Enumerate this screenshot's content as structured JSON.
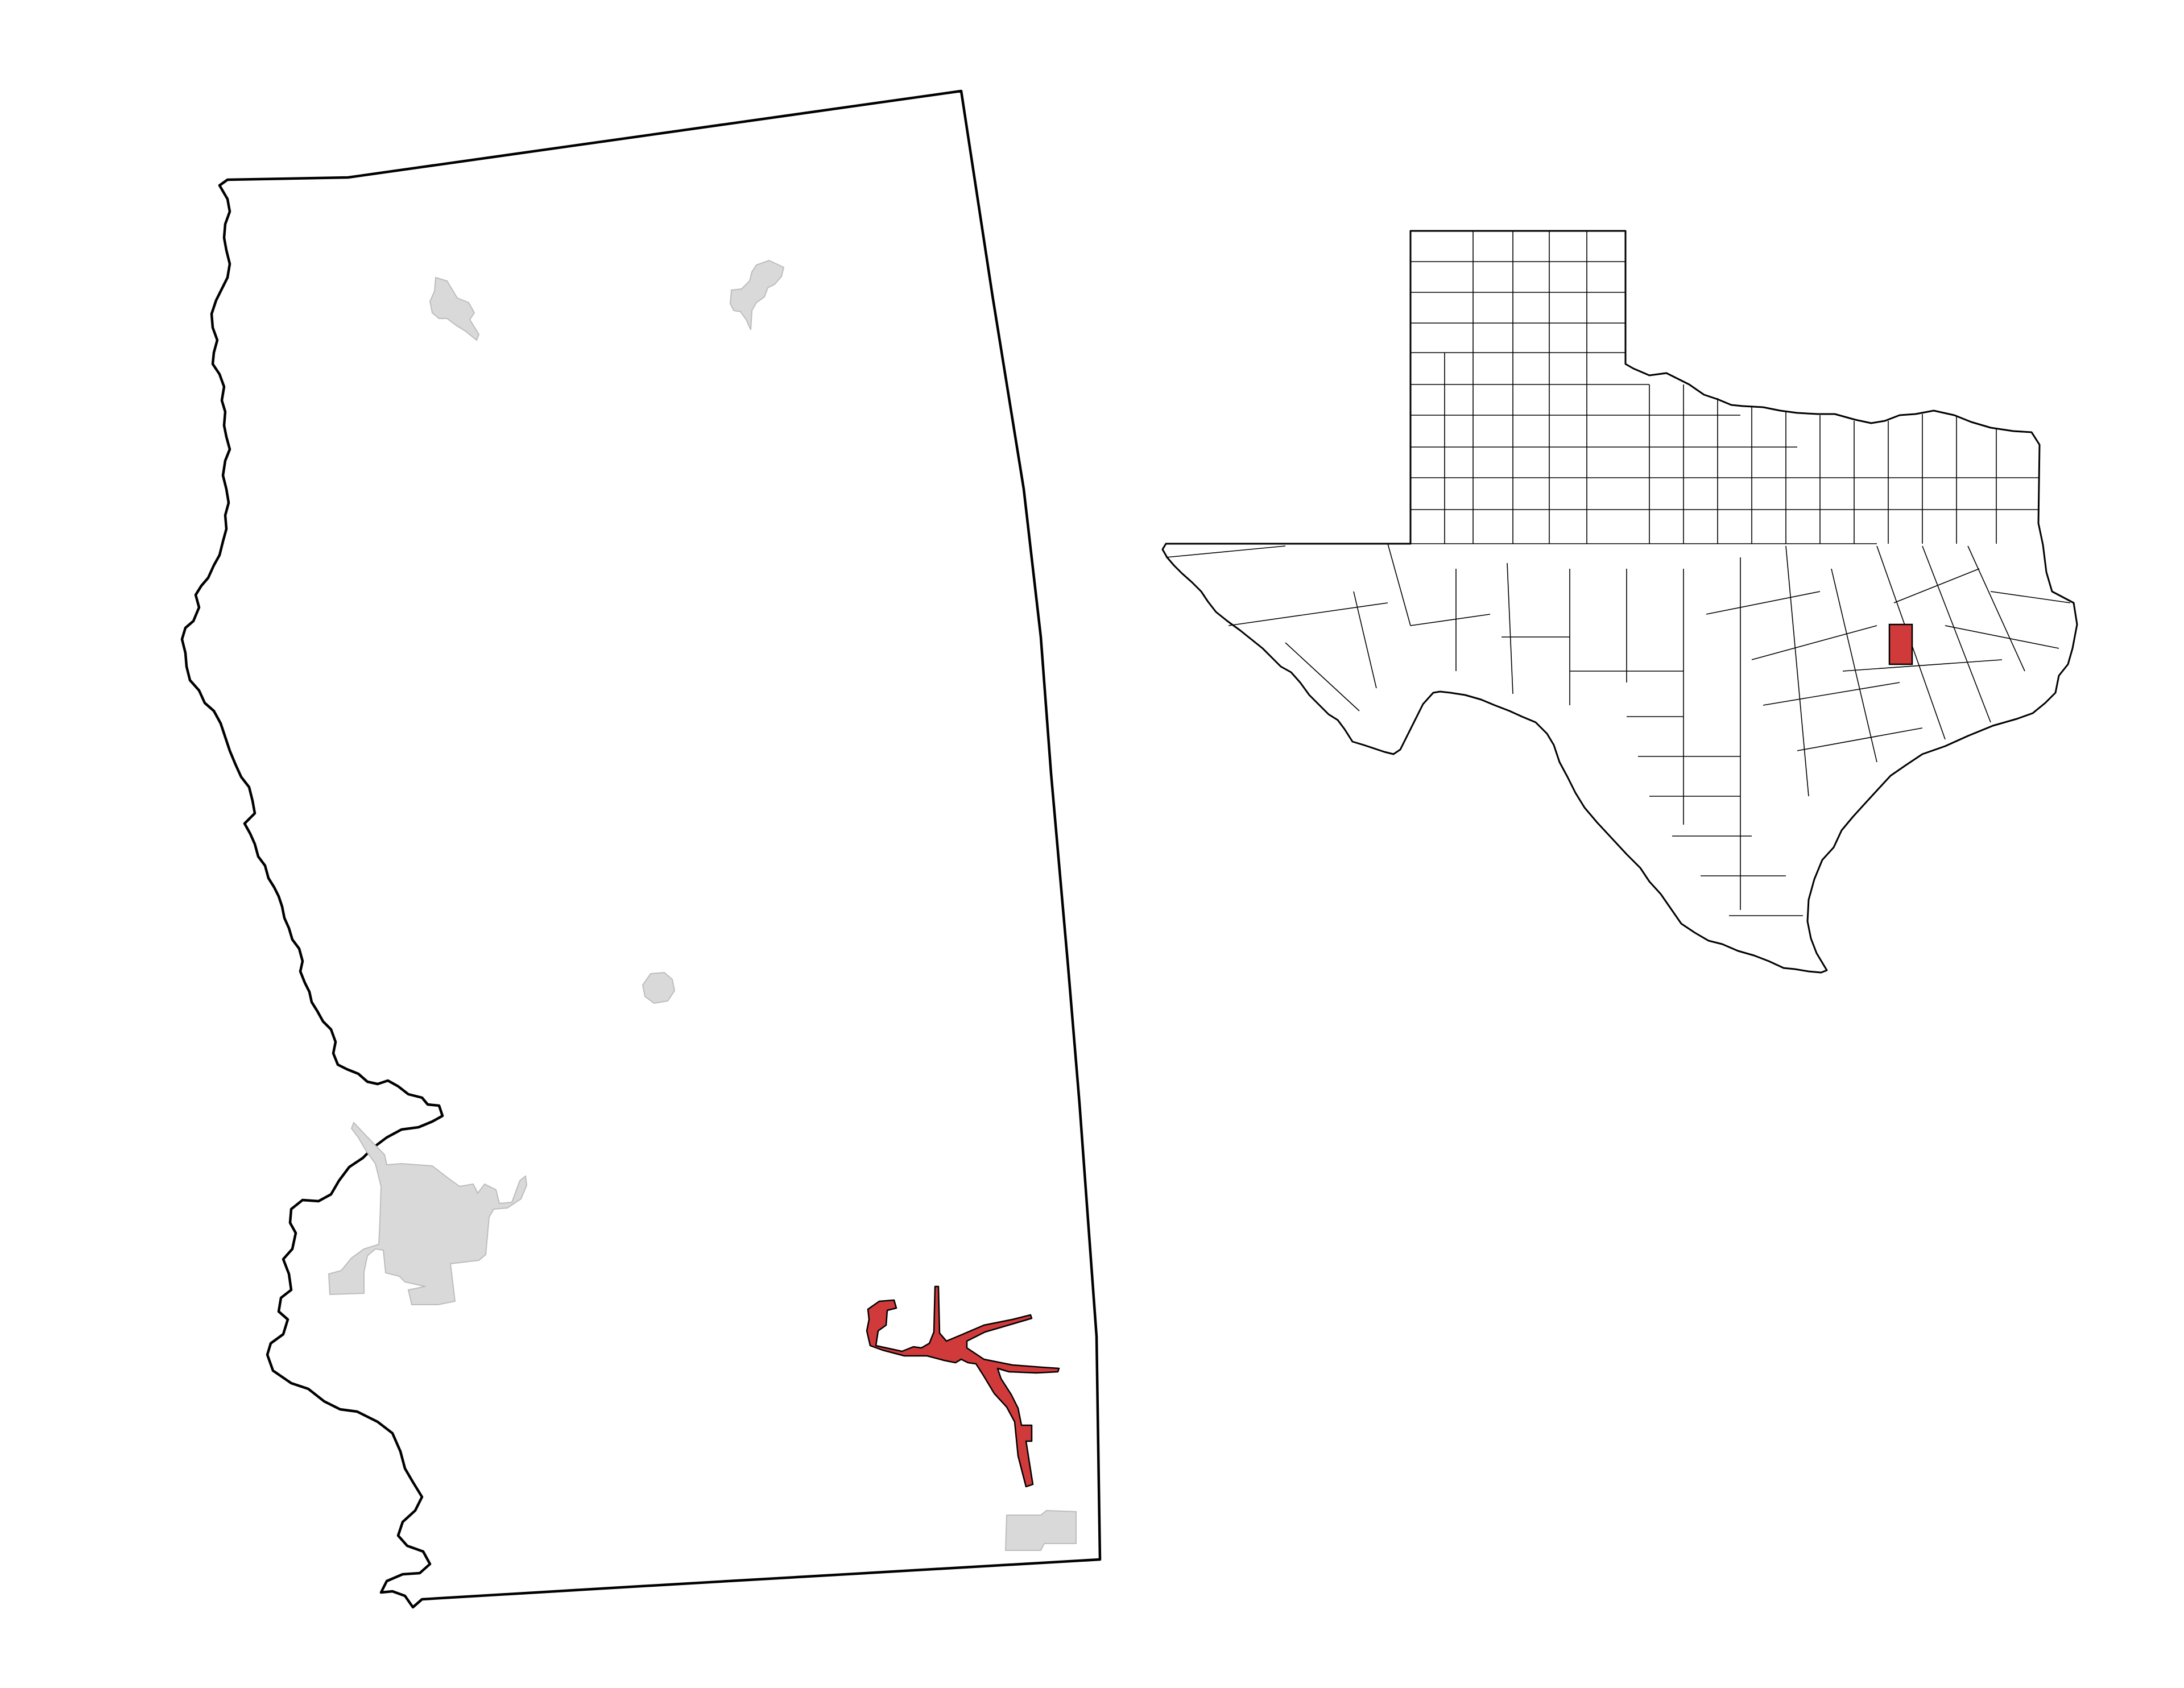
{
  "map": {
    "kind": "locator-map",
    "colors": {
      "background": "#ffffff",
      "boundary_stroke": "#000000",
      "highlight_fill": "#d03a3a",
      "other_place_fill": "#d9d9d9",
      "other_place_stroke": "#bdbdbd"
    },
    "county_detail": {
      "highlighted_place": "highlight-place",
      "other_places": [
        "place-north-west",
        "place-north-east",
        "place-center",
        "place-south-west-large",
        "place-south-east-small"
      ]
    },
    "state_inset": {
      "state": "state-outline",
      "highlighted_county": "highlighted-county"
    }
  }
}
